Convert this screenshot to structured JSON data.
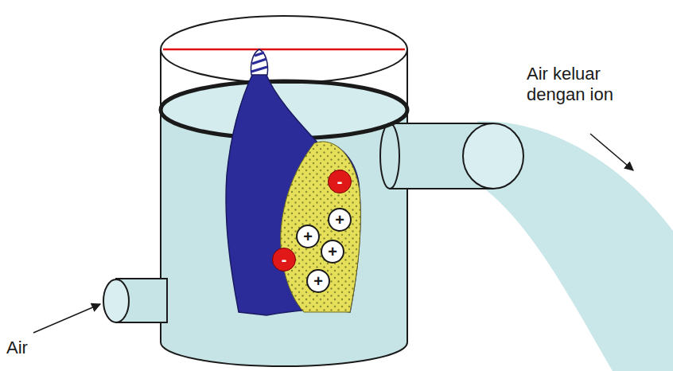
{
  "diagram": {
    "nodes": [
      {
        "text": [
          "-"
        ]
      },
      {
        "text": [
          "+"
        ]
      },
      {
        "text": [
          "+"
        ]
      },
      {
        "text": [
          "-"
        ]
      },
      {
        "text": [
          "+"
        ]
      },
      {
        "text": [
          "+"
        ]
      }
    ],
    "labels": [
      "Air",
      "Air keluar dengan ion"
    ]
  }
}
